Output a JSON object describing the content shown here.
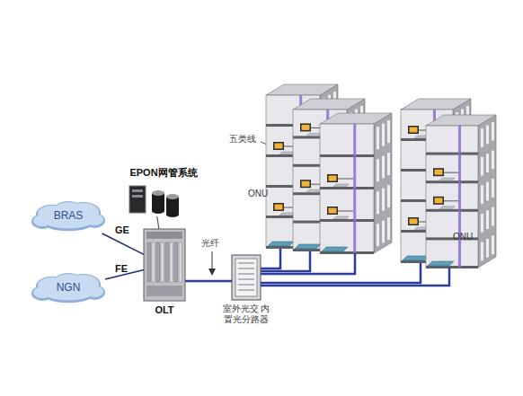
{
  "diagram": {
    "nodes": [
      {
        "text": [
          "BRAS"
        ]
      },
      {
        "text": [
          "NGN"
        ]
      },
      {
        "text": [
          "EPON网管系统"
        ]
      },
      {
        "text": [
          "OLT"
        ]
      },
      {
        "text": [
          "室外光交 内置光分路器"
        ]
      },
      {
        "text": [
          "ONU"
        ]
      },
      {
        "text": [
          "ONU"
        ]
      }
    ],
    "edges": [
      {
        "from": 0,
        "to": 3,
        "arrow": "none",
        "label": "GE"
      },
      {
        "from": 1,
        "to": 3,
        "arrow": "none",
        "label": "FE"
      },
      {
        "from": 2,
        "to": 3,
        "arrow": "none"
      },
      {
        "from": 3,
        "to": 4,
        "arrow": "none"
      },
      {
        "from": 4,
        "to": 5,
        "arrow": "none"
      },
      {
        "from": 4,
        "to": 6,
        "arrow": "none"
      }
    ],
    "labels": [
      "光纤",
      "五类线"
    ]
  }
}
